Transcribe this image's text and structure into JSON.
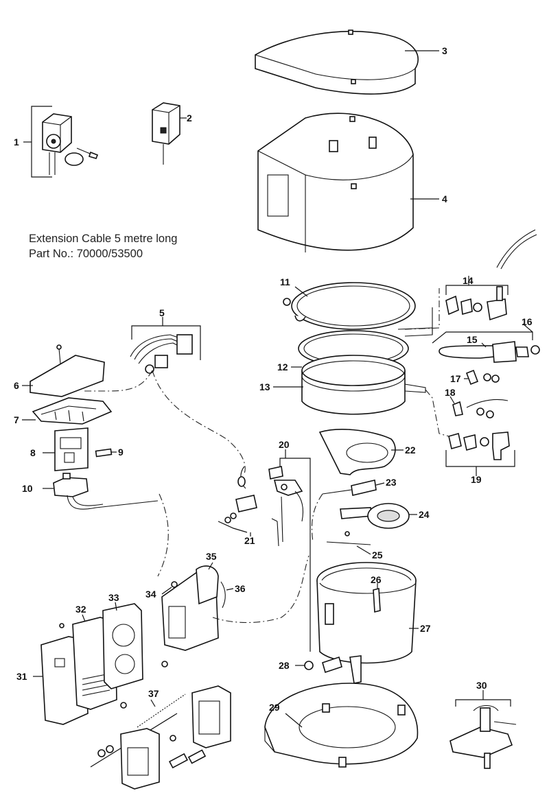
{
  "note": {
    "line1": "Extension Cable 5 metre long",
    "line2": "Part No.: 70000/53500"
  },
  "callouts": [
    "1",
    "2",
    "3",
    "4",
    "5",
    "6",
    "7",
    "8",
    "9",
    "10",
    "11",
    "12",
    "13",
    "14",
    "15",
    "16",
    "17",
    "18",
    "19",
    "20",
    "21",
    "22",
    "23",
    "24",
    "25",
    "26",
    "27",
    "28",
    "29",
    "30",
    "31",
    "32",
    "33",
    "34",
    "35",
    "36",
    "37"
  ]
}
